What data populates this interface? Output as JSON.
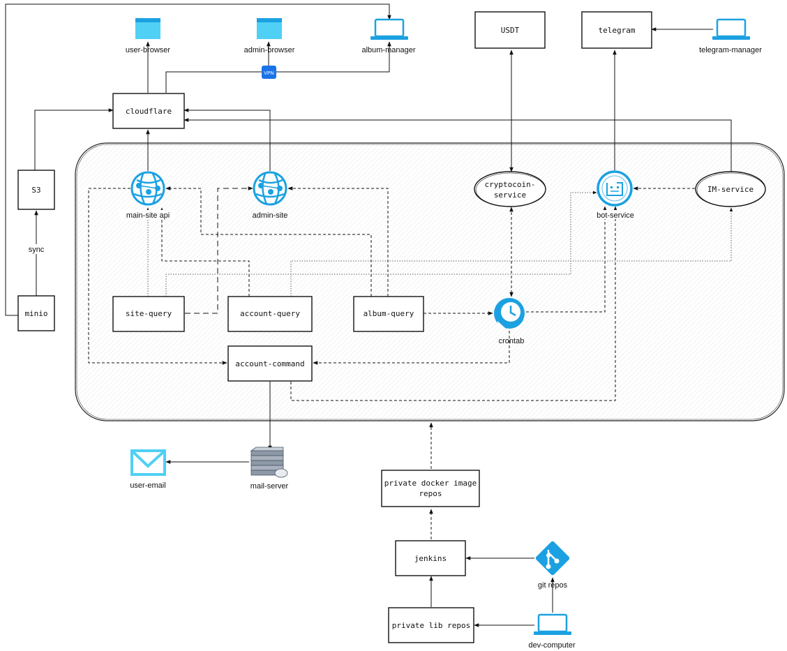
{
  "boxes": {
    "usdt": "USDT",
    "telegram": "telegram",
    "cloudflare": "cloudflare",
    "s3": "S3",
    "minio": "minio",
    "site_query": "site-query",
    "account_query": "account-query",
    "album_query": "album-query",
    "account_command": "account-command",
    "docker_repo_line1": "private docker image",
    "docker_repo_line2": "repos",
    "jenkins": "jenkins",
    "lib_repo": "private lib repos"
  },
  "ellipses": {
    "cryptocoin_line1": "cryptocoin-",
    "cryptocoin_line2": "service",
    "im_service": "IM-service"
  },
  "icons": {
    "user_browser": {
      "label": "user-browser",
      "icon": "browser-window-icon"
    },
    "admin_browser": {
      "label": "admin-browser",
      "icon": "browser-window-icon"
    },
    "album_manager": {
      "label": "album-manager",
      "icon": "laptop-icon"
    },
    "telegram_manager": {
      "label": "telegram-manager",
      "icon": "laptop-icon"
    },
    "main_site_api": {
      "label": "main-site api",
      "icon": "globe-network-icon"
    },
    "admin_site": {
      "label": "admin-site",
      "icon": "globe-network-icon"
    },
    "bot_service": {
      "label": "bot-service",
      "icon": "bot-icon"
    },
    "crontab": {
      "label": "crontab",
      "icon": "clock-icon"
    },
    "user_email": {
      "label": "user-email",
      "icon": "envelope-icon"
    },
    "mail_server": {
      "label": "mail-server",
      "icon": "server-icon"
    },
    "git_repos": {
      "label": "git repos",
      "icon": "git-icon"
    },
    "dev_computer": {
      "label": "dev-computer",
      "icon": "laptop-icon"
    },
    "vpn": {
      "label": "VPN",
      "icon": "vpn-badge-icon"
    }
  },
  "edge_labels": {
    "sync": "sync"
  },
  "colors": {
    "azure_blue": "#1ba1e2",
    "azure_light": "#50d0f5",
    "outline": "#111111",
    "vpn_blue": "#1a73e8"
  }
}
